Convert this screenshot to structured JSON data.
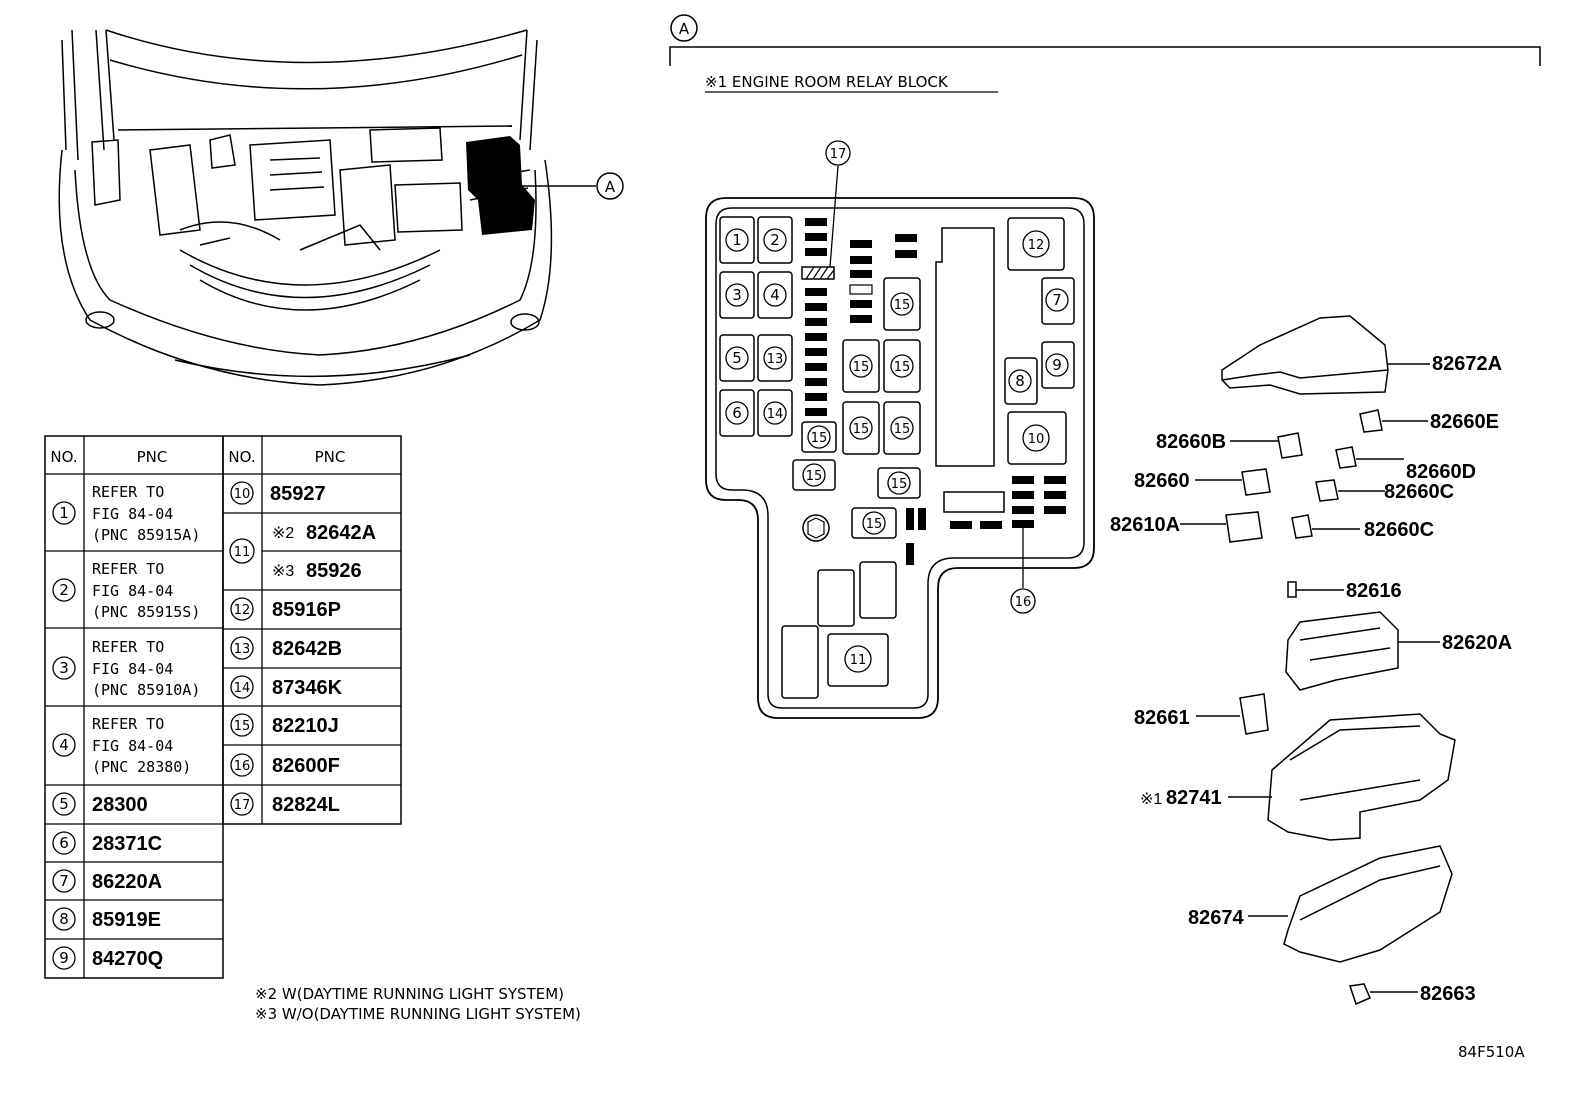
{
  "callout_a": "A",
  "section_title": "※1 ENGINE ROOM RELAY BLOCK",
  "figure_code": "84F510A",
  "notes": {
    "note2": "※2 W(DAYTIME RUNNING LIGHT SYSTEM)",
    "note3": "※3 W/O(DAYTIME RUNNING LIGHT SYSTEM)"
  },
  "table_left": {
    "hdr_no": "NO.",
    "hdr_pnc": "PNC",
    "rows": [
      {
        "no": "1",
        "l1": "REFER TO",
        "l2": "FIG 84-04",
        "l3": "(PNC 85915A)"
      },
      {
        "no": "2",
        "l1": "REFER TO",
        "l2": "FIG 84-04",
        "l3": "(PNC 85915S)"
      },
      {
        "no": "3",
        "l1": "REFER TO",
        "l2": "FIG 84-04",
        "l3": "(PNC 85910A)"
      },
      {
        "no": "4",
        "l1": "REFER TO",
        "l2": "FIG 84-04",
        "l3": "(PNC 28380)"
      },
      {
        "no": "5",
        "pnc": "28300"
      },
      {
        "no": "6",
        "pnc": "28371C"
      },
      {
        "no": "7",
        "pnc": "86220A"
      },
      {
        "no": "8",
        "pnc": "85919E"
      },
      {
        "no": "9",
        "pnc": "84270Q"
      }
    ]
  },
  "table_right": {
    "hdr_no": "NO.",
    "hdr_pnc": "PNC",
    "rows": [
      {
        "no": "10",
        "pnc": "85927"
      },
      {
        "no": "11",
        "a_mark": "※2",
        "a_pnc": "82642A",
        "b_mark": "※3",
        "b_pnc": "85926"
      },
      {
        "no": "12",
        "pnc": "85916P"
      },
      {
        "no": "13",
        "pnc": "82642B"
      },
      {
        "no": "14",
        "pnc": "87346K"
      },
      {
        "no": "15",
        "pnc": "82210J"
      },
      {
        "no": "16",
        "pnc": "82600F"
      },
      {
        "no": "17",
        "pnc": "82824L"
      }
    ]
  },
  "block_labels": [
    "1",
    "2",
    "3",
    "4",
    "5",
    "6",
    "7",
    "8",
    "9",
    "10",
    "11",
    "12",
    "13",
    "14",
    "15",
    "16",
    "17"
  ],
  "parts": {
    "p82672A": "82672A",
    "p82660E": "82660E",
    "p82660B": "82660B",
    "p82660D": "82660D",
    "p82660": "82660",
    "p82660C_1": "82660C",
    "p82610A": "82610A",
    "p82660C_2": "82660C",
    "p82616": "82616",
    "p82620A": "82620A",
    "p82661": "82661",
    "p82741_mark": "※1",
    "p82741": "82741",
    "p82674": "82674",
    "p82663": "82663"
  }
}
